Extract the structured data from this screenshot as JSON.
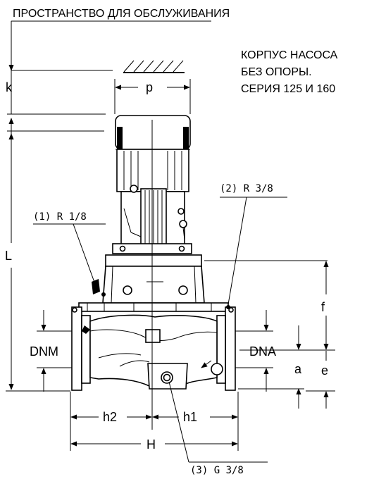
{
  "labels": {
    "service_space": "ПРОСТРАНСТВО ДЛЯ ОБСЛУЖИВАНИЯ",
    "note_line1": "КОРПУС НАСОСА",
    "note_line2": "БЕЗ ОПОРЫ.",
    "note_line3": "СЕРИЯ 125 И 160",
    "port1": "(1) R 1/8",
    "port2": "(2) R 3/8",
    "port3": "(3) G 3/8"
  },
  "dimensions": {
    "k": "k",
    "p": "p",
    "L": "L",
    "f": "f",
    "DNM": "DNM",
    "DNA": "DNA",
    "a": "a",
    "e": "e",
    "h2": "h2",
    "h1": "h1",
    "H": "H"
  }
}
